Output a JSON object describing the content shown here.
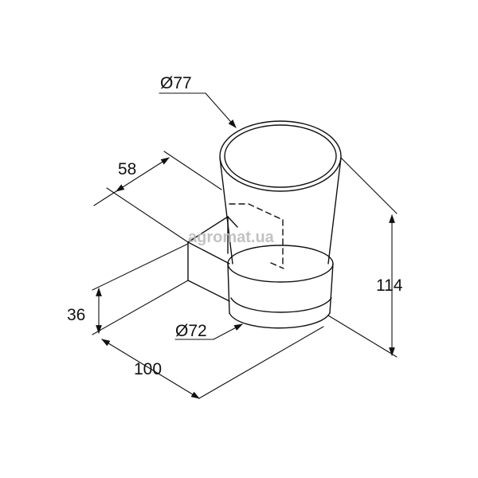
{
  "watermark": "agromat.ua",
  "dimensions": {
    "top_diameter": "Ø77",
    "bottom_diameter": "Ø72",
    "depth": "58",
    "base_height": "36",
    "length": "100",
    "height": "114"
  },
  "colors": {
    "line": "#111111",
    "background": "#ffffff",
    "watermark": "#b8b8b8"
  }
}
